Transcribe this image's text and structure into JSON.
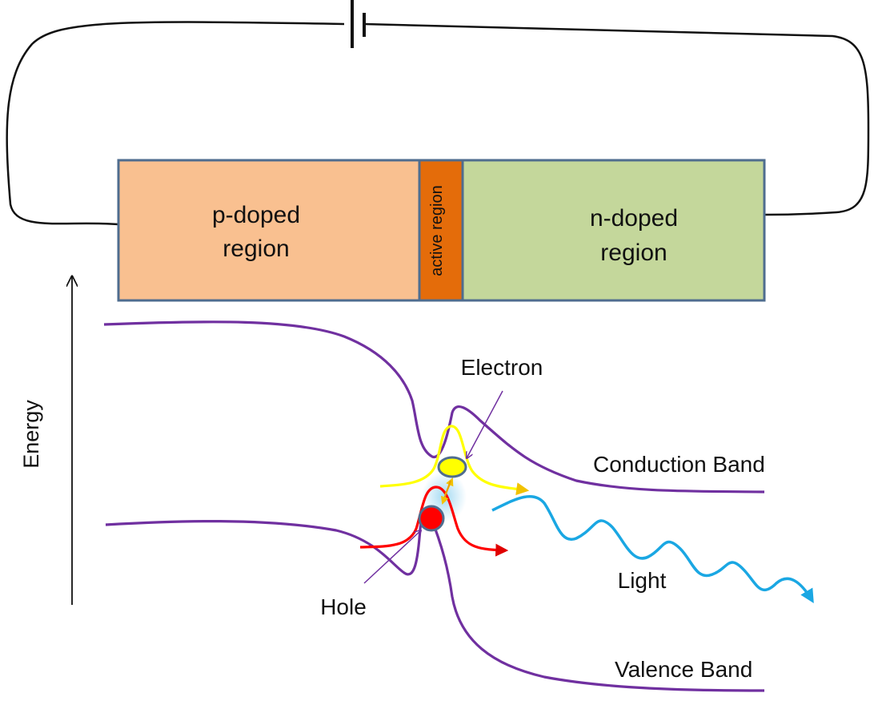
{
  "regions": {
    "p_doped": {
      "line1": "p-doped",
      "line2": "region",
      "color": "#F9C090"
    },
    "active": {
      "label": "active region",
      "color": "#E46C0A"
    },
    "n_doped": {
      "line1": "n-doped",
      "line2": "region",
      "color": "#C4D79B"
    },
    "border_color": "#4F6D8F"
  },
  "axis": {
    "label": "Energy"
  },
  "bands": {
    "conduction_label": "Conduction Band",
    "valence_label": "Valence Band",
    "color": "#7030A0"
  },
  "carriers": {
    "electron_label": "Electron",
    "hole_label": "Hole",
    "electron_color": "#FFFF00",
    "hole_color": "#FF0000",
    "electron_wave_color": "#FFFF00",
    "hole_wave_color": "#FF0000"
  },
  "light": {
    "label": "Light",
    "color": "#1AA7E3"
  },
  "circuit": {
    "wire_color": "#111111"
  }
}
